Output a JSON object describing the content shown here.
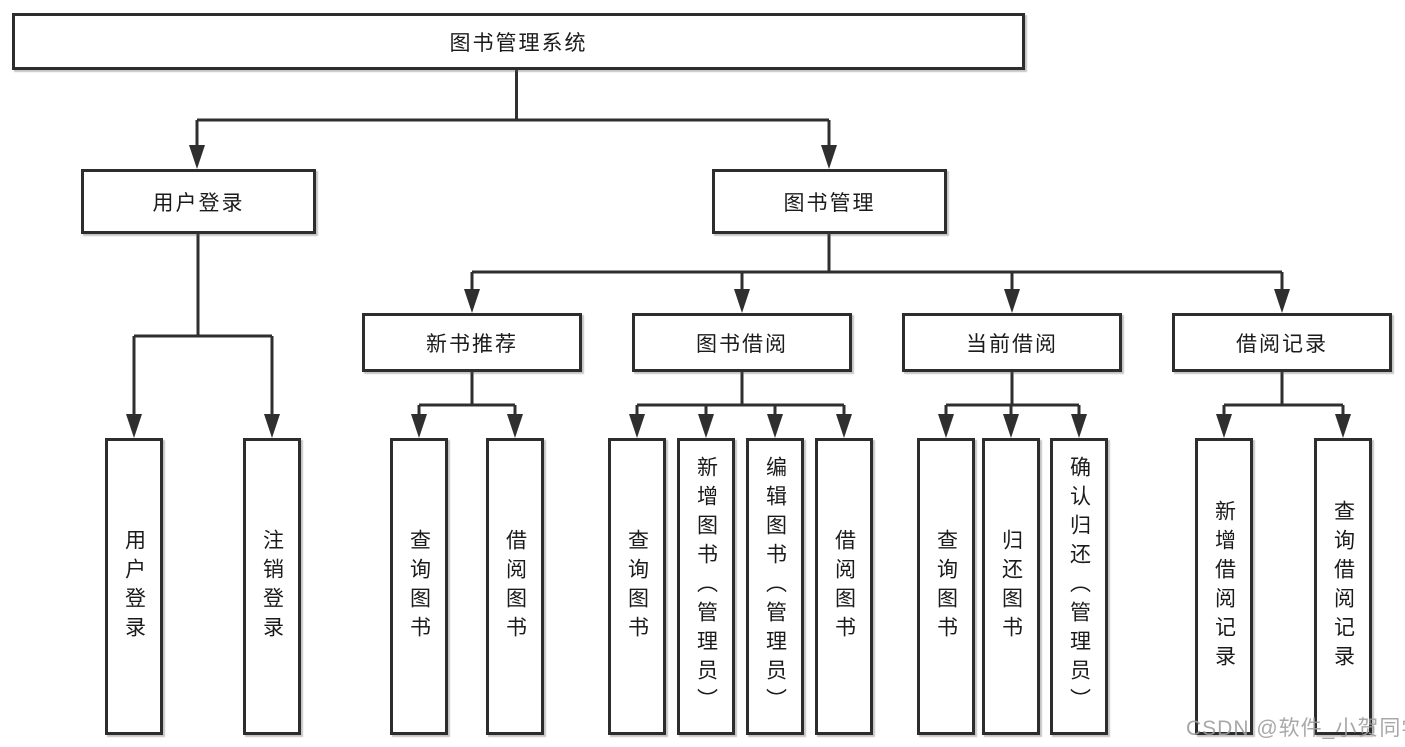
{
  "tree": {
    "root": {
      "label": "图书管理系统"
    },
    "branches": [
      {
        "label": "用户登录",
        "children": [
          {
            "label": "用户登录"
          },
          {
            "label": "注销登录"
          }
        ]
      },
      {
        "label": "图书管理",
        "children": [
          {
            "label": "新书推荐",
            "children": [
              {
                "label": "查询图书"
              },
              {
                "label": "借阅图书"
              }
            ]
          },
          {
            "label": "图书借阅",
            "children": [
              {
                "label": "查询图书"
              },
              {
                "label": "新增图书（管理员）"
              },
              {
                "label": "编辑图书（管理员）"
              },
              {
                "label": "借阅图书"
              }
            ]
          },
          {
            "label": "当前借阅",
            "children": [
              {
                "label": "查询图书"
              },
              {
                "label": "归还图书"
              },
              {
                "label": "确认归还（管理员）"
              }
            ]
          },
          {
            "label": "借阅记录",
            "children": [
              {
                "label": "新增借阅记录"
              },
              {
                "label": "查询借阅记录"
              }
            ]
          }
        ]
      }
    ]
  },
  "watermark": "CSDN @软件_小贺同学",
  "colors": {
    "line": "#2f2f2f",
    "box_border": "#2d2d2d",
    "text": "#1b1b1b",
    "watermark": "#9e9e9e",
    "background": "#ffffff"
  }
}
